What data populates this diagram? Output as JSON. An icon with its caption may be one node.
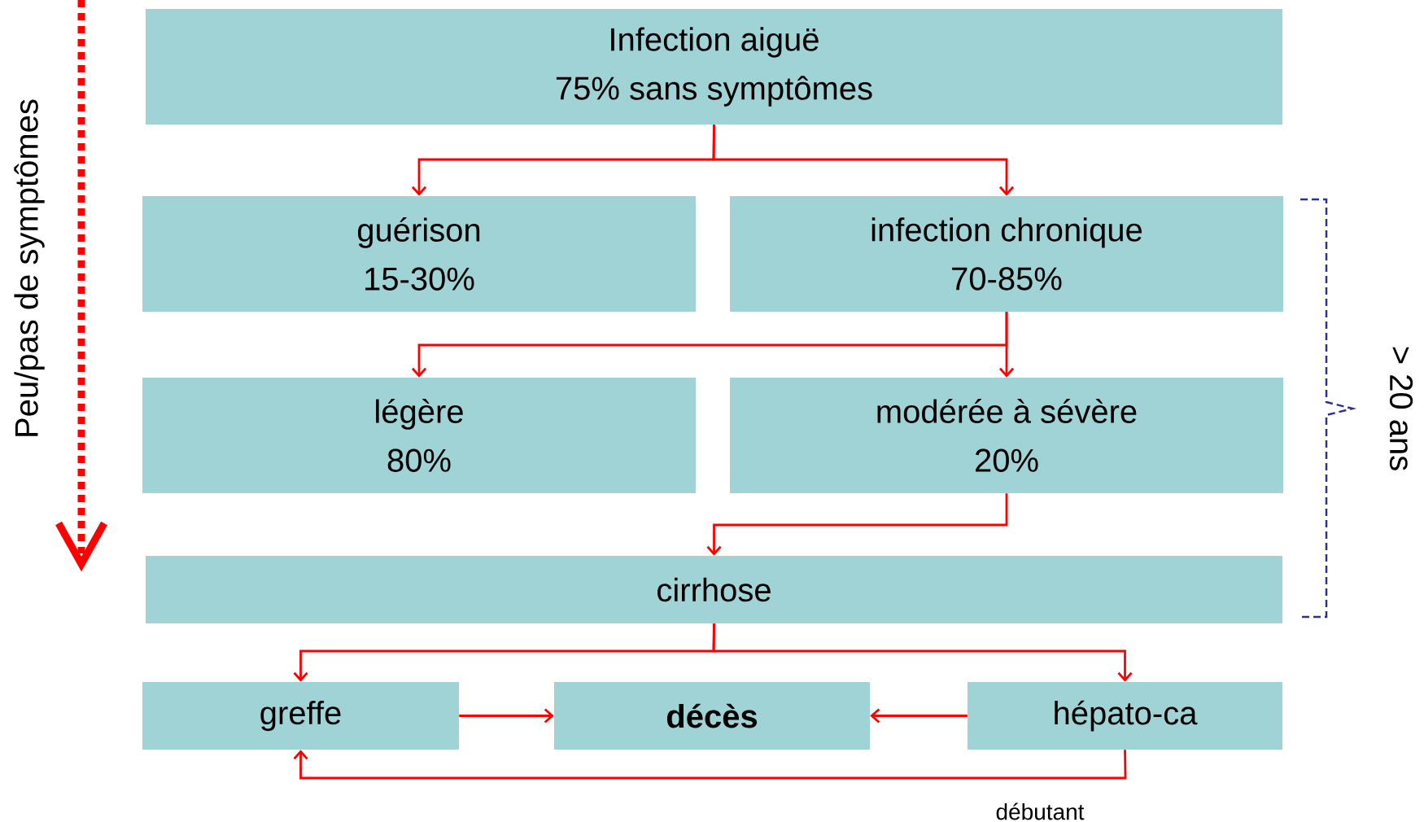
{
  "diagram": {
    "nodes": [
      {
        "text": [
          "Infection aiguë",
          "75% sans symptômes"
        ]
      },
      {
        "text": [
          "guérison",
          "15-30%"
        ]
      },
      {
        "text": [
          "infection chronique",
          "70-85%"
        ]
      },
      {
        "text": [
          "légère",
          "80%"
        ]
      },
      {
        "text": [
          "modérée à sévère",
          "20%"
        ]
      },
      {
        "text": [
          "cirrhose"
        ]
      },
      {
        "text": [
          "greffe"
        ]
      },
      {
        "text": [
          "décès"
        ]
      },
      {
        "text": [
          "hépato-ca"
        ]
      }
    ],
    "edges": [
      {
        "from": 0,
        "to": 1,
        "arrow": "to"
      },
      {
        "from": 0,
        "to": 2,
        "arrow": "to"
      },
      {
        "from": 2,
        "to": 3,
        "arrow": "to"
      },
      {
        "from": 2,
        "to": 4,
        "arrow": "to"
      },
      {
        "from": 4,
        "to": 5,
        "arrow": "to"
      },
      {
        "from": 5,
        "to": 6,
        "arrow": "to"
      },
      {
        "from": 5,
        "to": 8,
        "arrow": "to"
      },
      {
        "from": 6,
        "to": 7,
        "arrow": "to"
      },
      {
        "from": 8,
        "to": 7,
        "arrow": "to"
      },
      {
        "from": 8,
        "to": 6,
        "label": "débutant",
        "arrow": "to"
      }
    ],
    "labels": [
      "Peu/pas de symptômes",
      "> 20 ans"
    ]
  }
}
